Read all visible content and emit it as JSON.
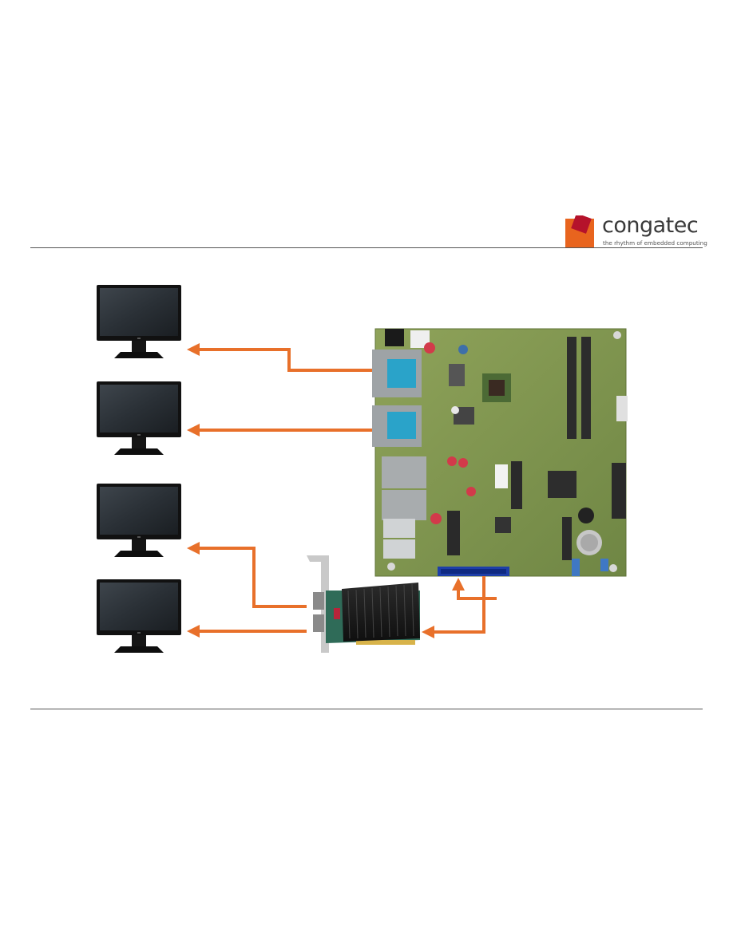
{
  "brand": {
    "name": "congatec",
    "tagline": "the rhythm of embedded computing",
    "colors": {
      "mark_orange": "#e8641e",
      "mark_red": "#b5122b",
      "wordmark": "#3a3a3a"
    }
  },
  "diagram": {
    "arrow_color": "#e8702a",
    "monitor_count": 4,
    "components": {
      "monitors": [
        {
          "id": "monitor-1",
          "icon": "monitor-icon"
        },
        {
          "id": "monitor-2",
          "icon": "monitor-icon"
        },
        {
          "id": "monitor-3",
          "icon": "monitor-icon"
        },
        {
          "id": "monitor-4",
          "icon": "monitor-icon"
        }
      ],
      "mainboard": {
        "icon": "motherboard-icon"
      },
      "graphics_card": {
        "icon": "pcie-graphics-card-icon"
      }
    }
  }
}
